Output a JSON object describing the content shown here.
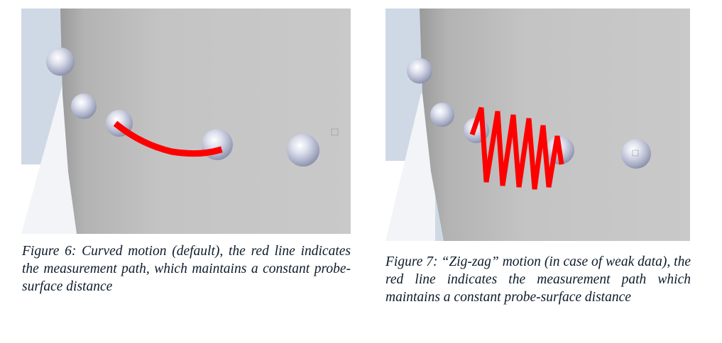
{
  "figures": [
    {
      "id": "figure-6",
      "caption": "Figure 6: Curved motion (default), the red line indicates the measurement path, which maintains a constant probe-surface distance",
      "image": {
        "subject": "cylindrical surface with spherical markers and a probe path",
        "path_shape": "curved",
        "path_color": "#ff0000",
        "surface_color": "#c2c2c2",
        "background_color": "#cfd9e6",
        "marker_color": "#c3c8dc"
      }
    },
    {
      "id": "figure-7",
      "caption": "Figure 7: “Zig-zag” motion (in case of weak data), the red line indicates the measurement path which maintains a constant probe-surface distance",
      "image": {
        "subject": "cylindrical surface with spherical markers and a probe path",
        "path_shape": "zig-zag",
        "path_color": "#ff0000",
        "surface_color": "#c2c2c2",
        "background_color": "#cfd9e6",
        "marker_color": "#c3c8dc"
      }
    }
  ]
}
